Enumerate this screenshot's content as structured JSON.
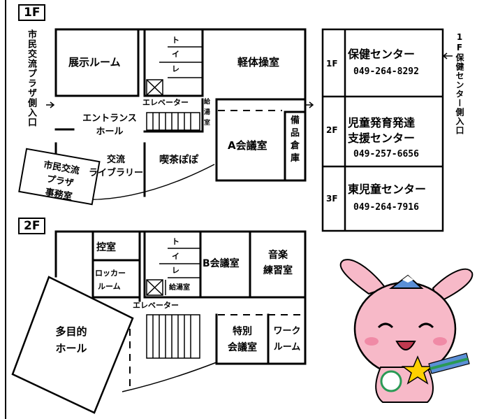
{
  "floor1": {
    "label": "1F",
    "rooms": {
      "exhibit": "展示ルーム",
      "toilet": [
        "ト",
        "イ",
        "レ"
      ],
      "light_gym": "軽体操室",
      "elevator": "エレベーター",
      "kitchen": [
        "給",
        "湯",
        "室"
      ],
      "entrance_hall": [
        "エントランス",
        "ホール"
      ],
      "storage": [
        "備",
        "品",
        "倉",
        "庫"
      ],
      "meeting_a": "A会議室",
      "library": [
        "交流",
        "ライブラリー"
      ],
      "cafe": "喫茶ぽぽ",
      "plaza_office": [
        "市民交流",
        "プラザ",
        "事務室"
      ]
    },
    "side_entrance": "市民交流プラザ側入口"
  },
  "floor2": {
    "label": "2F",
    "rooms": {
      "anteroom": "控室",
      "locker": [
        "ロッカー",
        "ルーム"
      ],
      "toilet": [
        "ト",
        "イ",
        "レ"
      ],
      "kitchen": "給湯室",
      "elevator": "エレベーター",
      "meeting_b": "B会議室",
      "music": [
        "音楽",
        "練習室"
      ],
      "multipurpose": [
        "多目的",
        "ホール"
      ],
      "special_meeting": [
        "特別",
        "会議室"
      ],
      "workroom": [
        "ワーク",
        "ルーム"
      ]
    }
  },
  "health_center": {
    "side_entrance": "1F保健センター側入口",
    "floors": [
      {
        "floor": "1F",
        "name": [
          "保健センター"
        ],
        "phone": "049-264-8292"
      },
      {
        "floor": "2F",
        "name": [
          "児童発育発達",
          "支援センター"
        ],
        "phone": "049-257-6656"
      },
      {
        "floor": "3F",
        "name": [
          "東児童センター"
        ],
        "phone": "049-264-7916"
      }
    ]
  },
  "colors": {
    "mascot_pink": "#f7b9c8",
    "mascot_hat": "#5b8fd6",
    "star": "#ffd000"
  },
  "icons": {
    "arrow": "arrow-icon",
    "elevator_cross": "elevator-icon",
    "mascot": "mascot-icon"
  }
}
